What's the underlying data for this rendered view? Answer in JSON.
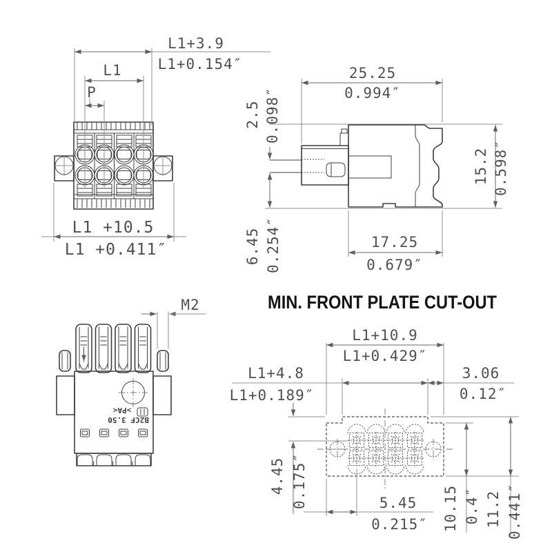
{
  "title": "MIN. FRONT PLATE CUT-OUT",
  "front_view": {
    "overall_mm": "L1+3.9",
    "overall_in": "L1+0.154″",
    "length_label": "L1",
    "pitch_label": "P",
    "flange_mm": "L1 +10.5",
    "flange_in": "L1 +0.411″"
  },
  "side_view": {
    "depth_mm": "25.25",
    "depth_in": "0.994″",
    "wire_mm": "2.5",
    "wire_in": "0.098″",
    "height_mm": "15.2",
    "height_in": "0.598″",
    "body_mm": "17.25",
    "body_in": "0.679″",
    "tail_mm": "6.45",
    "tail_in": "0.254″"
  },
  "back_view": {
    "thread": "M2",
    "type_marking": "B2CF 3.50",
    "material_marking": ">PA<"
  },
  "cutout_view": {
    "total_width_mm": "L1+10.9",
    "total_width_in": "L1+0.429″",
    "inner_width_mm": "L1+4.8",
    "inner_width_in": "L1+0.189″",
    "corner_mm": "3.06",
    "corner_in": "0.12″",
    "row_offset_mm": "4.45",
    "row_offset_in": "0.175″",
    "pole_offset_mm": "5.45",
    "pole_offset_in": "0.215″",
    "inner_height_mm": "10.15",
    "inner_height_in": "0.4″",
    "total_height_mm": "11.2",
    "total_height_in": "0.441″"
  }
}
